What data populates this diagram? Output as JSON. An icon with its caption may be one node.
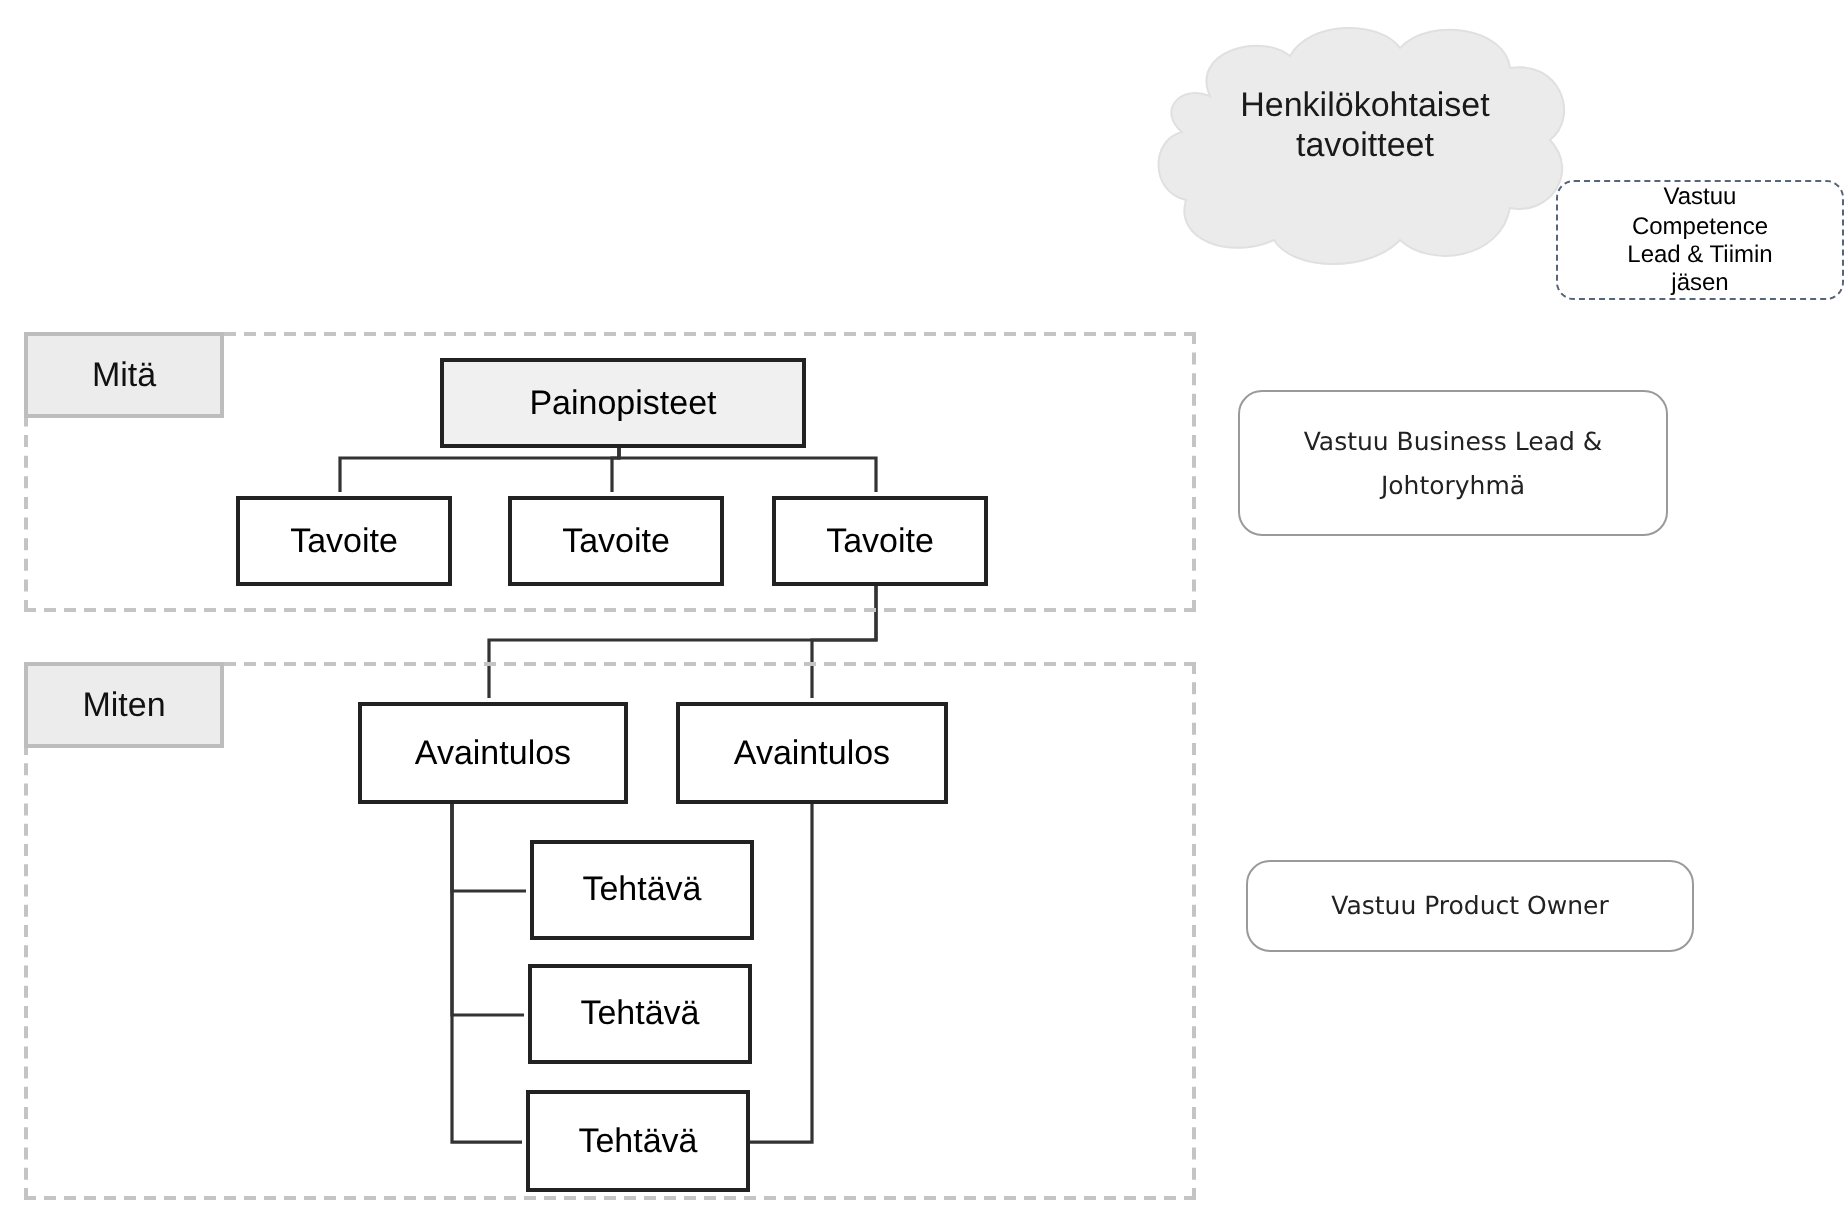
{
  "diagram": {
    "nodes": [
      {
        "text": [
          "Henkilökohtaiset tavoitteet"
        ]
      },
      {
        "text": [
          "Vastuu Competence Lead & Tiimin jäsen"
        ]
      },
      {
        "text": [
          "Mitä"
        ]
      },
      {
        "text": [
          "Painopisteet"
        ],
        "in": 2
      },
      {
        "text": [
          "Tavoite"
        ],
        "in": 2
      },
      {
        "text": [
          "Tavoite"
        ],
        "in": 2
      },
      {
        "text": [
          "Tavoite"
        ],
        "in": 2
      },
      {
        "text": [
          "Vastuu Business Lead & Johtoryhmä"
        ]
      },
      {
        "text": [
          "Miten"
        ]
      },
      {
        "text": [
          "Avaintulos"
        ],
        "in": 8
      },
      {
        "text": [
          "Avaintulos"
        ],
        "in": 8
      },
      {
        "text": [
          "Tehtävä"
        ],
        "in": 8
      },
      {
        "text": [
          "Tehtävä"
        ],
        "in": 8
      },
      {
        "text": [
          "Tehtävä"
        ],
        "in": 8
      },
      {
        "text": [
          "Vastuu Product Owner"
        ]
      }
    ],
    "edges": [
      {
        "from": 3,
        "to": 4,
        "arrow": "none"
      },
      {
        "from": 3,
        "to": 5,
        "arrow": "none"
      },
      {
        "from": 3,
        "to": 6,
        "arrow": "none"
      },
      {
        "from": 6,
        "to": 9,
        "arrow": "none"
      },
      {
        "from": 6,
        "to": 10,
        "arrow": "none"
      },
      {
        "from": 9,
        "to": 11,
        "arrow": "none"
      },
      {
        "from": 9,
        "to": 12,
        "arrow": "none"
      },
      {
        "from": 9,
        "to": 13,
        "arrow": "none"
      },
      {
        "from": 10,
        "to": 13,
        "arrow": "none"
      }
    ]
  }
}
